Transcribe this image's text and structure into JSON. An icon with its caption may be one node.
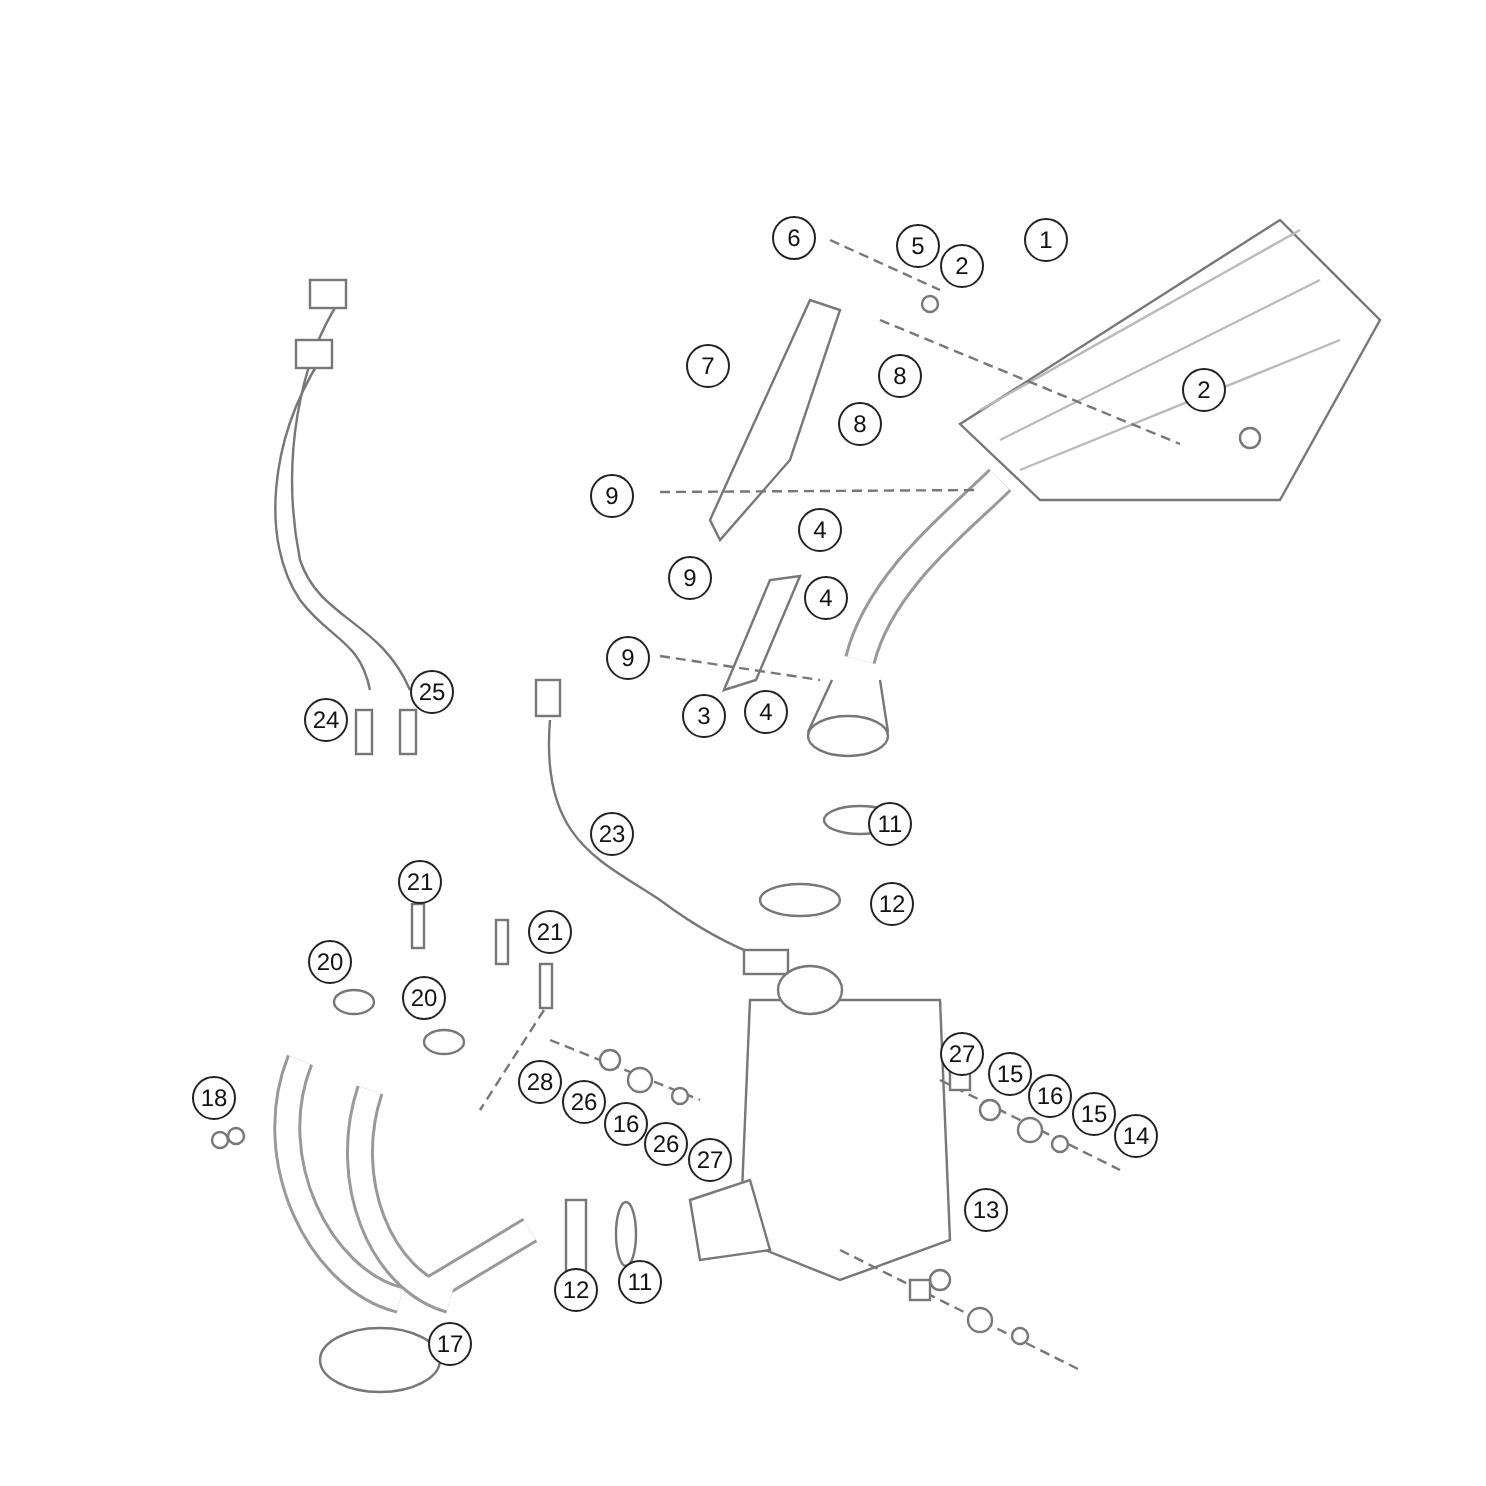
{
  "diagram": {
    "labels": [
      "6",
      "5",
      "1",
      "2",
      "7",
      "8",
      "2",
      "8",
      "9",
      "4",
      "9",
      "4",
      "9",
      "3",
      "4",
      "25",
      "24",
      "23",
      "11",
      "12",
      "21",
      "21",
      "20",
      "20",
      "27",
      "18",
      "28",
      "26",
      "16",
      "26",
      "27",
      "15",
      "16",
      "15",
      "14",
      "13",
      "12",
      "11",
      "17"
    ]
  }
}
